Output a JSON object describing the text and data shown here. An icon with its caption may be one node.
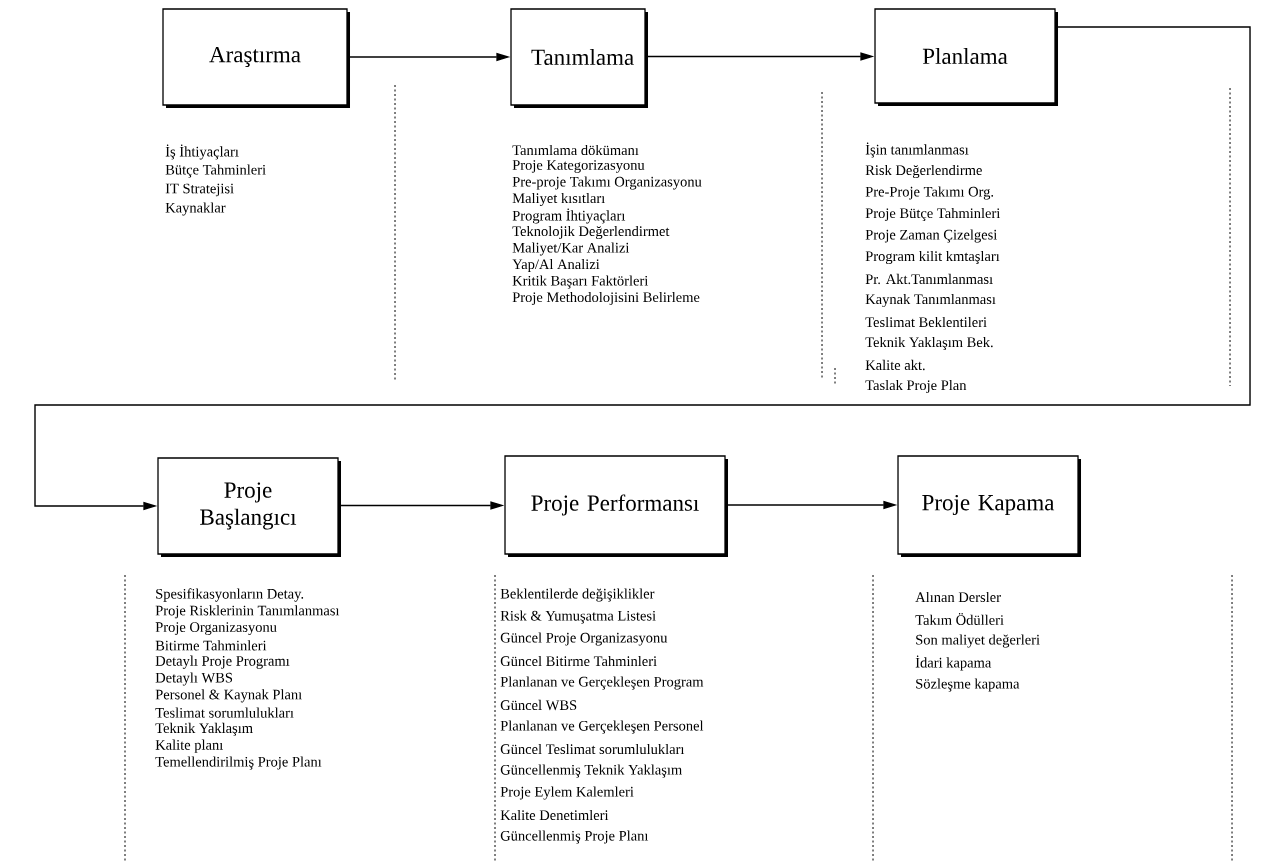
{
  "diagram": {
    "nodes": [
      {
        "text": [
          "Araştırma"
        ],
        "beside": [
          "İş İhtiyaçları",
          "Bütçe Tahminleri",
          "IT Stratejisi",
          "Kaynaklar"
        ]
      },
      {
        "text": [
          "Tanımlama"
        ],
        "beside": [
          "Tanımlama dökümanı",
          "Proje Kategorizasyonu",
          "Pre-proje Takımı Organizasyonu",
          "Maliyet kısıtları",
          "Program İhtiyaçları",
          "Teknolojik Değerlendirmet",
          "Maliyet/Kar Analizi",
          "Yap/Al Analizi",
          "Kritik Başarı Faktörleri",
          "Proje Methodolojisini Belirleme"
        ]
      },
      {
        "text": [
          "Planlama"
        ],
        "beside": [
          "İşin tanımlanması",
          "Risk Değerlendirme",
          "Pre-Proje Takımı Org.",
          "Proje Bütçe Tahminleri",
          "Proje Zaman Çizelgesi",
          "Program kilit kmtaşları",
          "Pr. Akt.Tanımlanması",
          "Kaynak Tanımlanması",
          "Teslimat Beklentileri",
          "Teknik Yaklaşım Bek.",
          "Kalite akt.",
          "Taslak Proje Plan"
        ]
      },
      {
        "text": [
          "Proje Başlangıcı"
        ],
        "beside": [
          "Spesifikasyonların Detay.",
          "Proje Risklerinin Tanımlanması",
          "Proje Organizasyonu",
          "Bitirme Tahminleri",
          "Detaylı Proje Programı",
          "Detaylı WBS",
          "Personel & Kaynak Planı",
          "Teslimat sorumlulukları",
          "Teknik Yaklaşım",
          "Kalite planı",
          "Temellendirilmiş Proje Planı"
        ]
      },
      {
        "text": [
          "Proje Performansı"
        ],
        "beside": [
          "Beklentilerde değişiklikler",
          "Risk & Yumuşatma Listesi",
          "Güncel Proje Organizasyonu",
          "Güncel Bitirme Tahminleri",
          "Planlanan ve Gerçekleşen Program",
          "Güncel WBS",
          "Planlanan ve Gerçekleşen Personel",
          "Güncel Teslimat sorumlulukları",
          "Güncellenmiş Teknik Yaklaşım",
          "Proje Eylem Kalemleri",
          "Kalite Denetimleri",
          "Güncellenmiş Proje Planı"
        ]
      },
      {
        "text": [
          "Proje Kapama"
        ],
        "beside": [
          "Alınan Dersler",
          "Takım Ödülleri",
          "Son maliyet değerleri",
          "İdari kapama",
          "Sözleşme kapama"
        ]
      }
    ],
    "edges": [
      {
        "from": 0,
        "to": 1,
        "arrow": "to"
      },
      {
        "from": 1,
        "to": 2,
        "arrow": "to"
      },
      {
        "from": 2,
        "to": 3,
        "arrow": "to"
      },
      {
        "from": 3,
        "to": 4,
        "arrow": "to"
      },
      {
        "from": 4,
        "to": 5,
        "arrow": "to"
      }
    ]
  }
}
